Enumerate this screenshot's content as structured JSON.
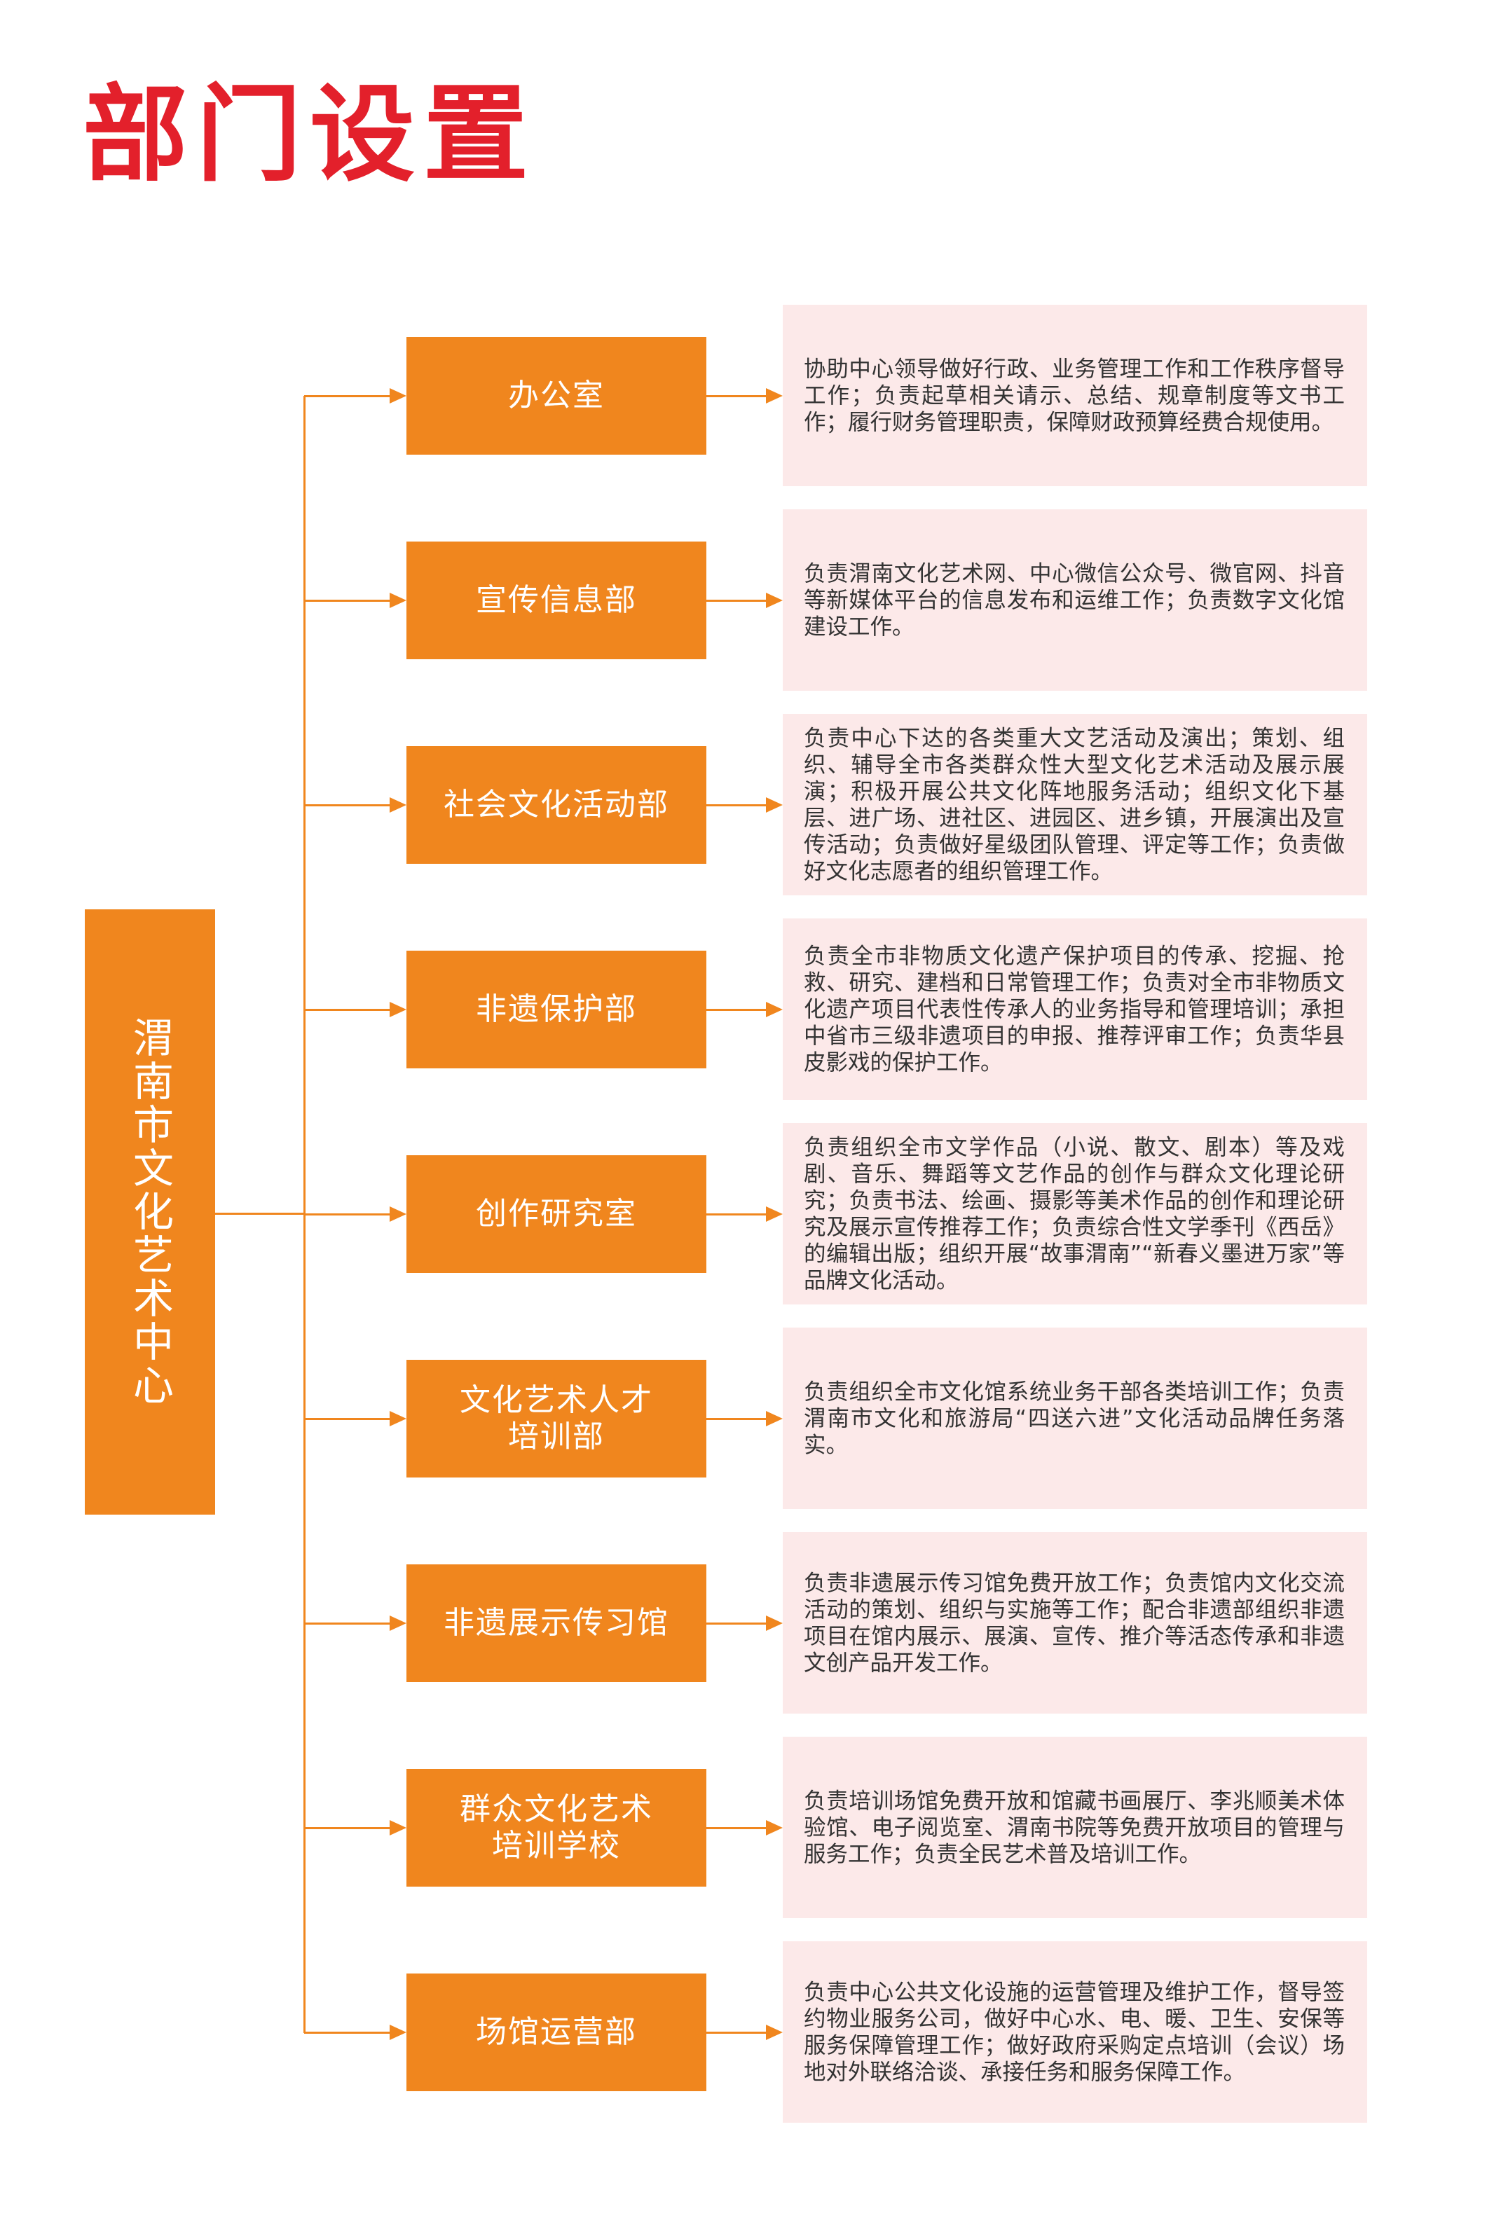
{
  "title": "部门设置",
  "root": "渭南市文化艺术中心",
  "colors": {
    "accent": "#f0861e",
    "title": "#e3202b",
    "desc_bg": "#fce9e9"
  },
  "departments": [
    {
      "name": "办公室",
      "desc": "协助中心领导做好行政、业务管理工作和工作秩序督导工作；负责起草相关请示、总结、规章制度等文书工作；履行财务管理职责，保障财政预算经费合规使用。"
    },
    {
      "name": "宣传信息部",
      "desc": "负责渭南文化艺术网、中心微信公众号、微官网、抖音等新媒体平台的信息发布和运维工作；负责数字文化馆建设工作。"
    },
    {
      "name": "社会文化活动部",
      "desc": "负责中心下达的各类重大文艺活动及演出；策划、组织、辅导全市各类群众性大型文化艺术活动及展示展演；积极开展公共文化阵地服务活动；组织文化下基层、进广场、进社区、进园区、进乡镇，开展演出及宣传活动；负责做好星级团队管理、评定等工作；负责做好文化志愿者的组织管理工作。"
    },
    {
      "name": "非遗保护部",
      "desc": "负责全市非物质文化遗产保护项目的传承、挖掘、抢救、研究、建档和日常管理工作；负责对全市非物质文化遗产项目代表性传承人的业务指导和管理培训；承担中省市三级非遗项目的申报、推荐评审工作；负责华县皮影戏的保护工作。"
    },
    {
      "name": "创作研究室",
      "desc": "负责组织全市文学作品（小说、散文、剧本）等及戏剧、音乐、舞蹈等文艺作品的创作与群众文化理论研究；负责书法、绘画、摄影等美术作品的创作和理论研究及展示宣传推荐工作；负责综合性文学季刊《西岳》的编辑出版；组织开展“故事渭南”“新春义墨进万家”等品牌文化活动。"
    },
    {
      "name": "文化艺术人才培训部",
      "desc": "负责组织全市文化馆系统业务干部各类培训工作；负责渭南市文化和旅游局“四送六进”文化活动品牌任务落实。"
    },
    {
      "name": "非遗展示传习馆",
      "desc": "负责非遗展示传习馆免费开放工作；负责馆内文化交流活动的策划、组织与实施等工作；配合非遗部组织非遗项目在馆内展示、展演、宣传、推介等活态传承和非遗文创产品开发工作。"
    },
    {
      "name": "群众文化艺术培训学校",
      "desc": "负责培训场馆免费开放和馆藏书画展厅、李兆顺美术体验馆、电子阅览室、渭南书院等免费开放项目的管理与服务工作；负责全民艺术普及培训工作。"
    },
    {
      "name": "场馆运营部",
      "desc": "负责中心公共文化设施的运营管理及维护工作，督导签约物业服务公司，做好中心水、电、暖、卫生、安保等服务保障管理工作；做好政府采购定点培训（会议）场地对外联络洽谈、承接任务和服务保障工作。"
    }
  ]
}
